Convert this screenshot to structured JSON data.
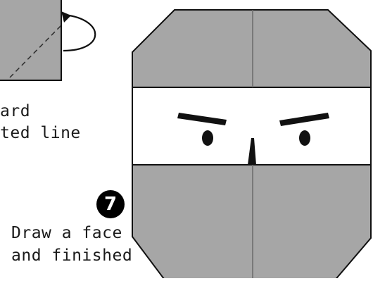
{
  "previous_step": {
    "text_line1": "ard",
    "text_line2": "ted line"
  },
  "current_step": {
    "number": "7",
    "text_line1": "Draw a face",
    "text_line2": "and finished"
  },
  "colors": {
    "paper_gray": "#a6a6a6",
    "mask_white": "#ffffff",
    "outline": "#111111",
    "crease_line": "#6e6e6e",
    "badge": "#000000"
  },
  "icons": [
    "fold-arrow-icon",
    "dashed-fold-line",
    "eyebrow-left",
    "eyebrow-right",
    "eye-left",
    "eye-right",
    "nose"
  ]
}
